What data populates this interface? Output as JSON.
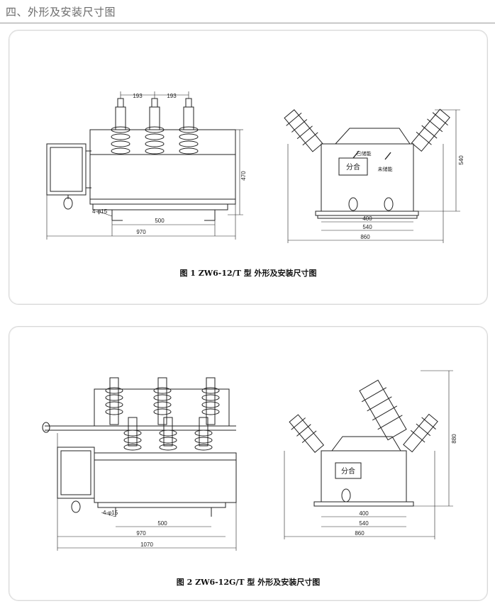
{
  "header": {
    "title": "四、外形及安装尺寸图"
  },
  "figure1": {
    "caption": "图 1  ZW6-12/T 型  外形及安装尺寸图",
    "dims": {
      "pitch1": "193",
      "pitch2": "193",
      "height": "470",
      "holes": "4-φ15",
      "base": "500",
      "length": "970",
      "side_height": "540",
      "side_w1": "400",
      "side_w2": "540",
      "side_w3": "860"
    },
    "labels": {
      "stored": "已储能",
      "unstored": "未储能",
      "open": "分合"
    }
  },
  "figure2": {
    "caption": "图 2  ZW6-12G/T 型  外形及安装尺寸图",
    "dims": {
      "holes": "4-φ15",
      "base": "500",
      "length1": "970",
      "length2": "1070",
      "side_height": "880",
      "side_w1": "400",
      "side_w2": "540",
      "side_w3": "860"
    },
    "labels": {
      "open": "分合"
    }
  },
  "colors": {
    "line": "#222222",
    "panel_border": "#d8d8d8",
    "header": "#6b6b6b"
  }
}
